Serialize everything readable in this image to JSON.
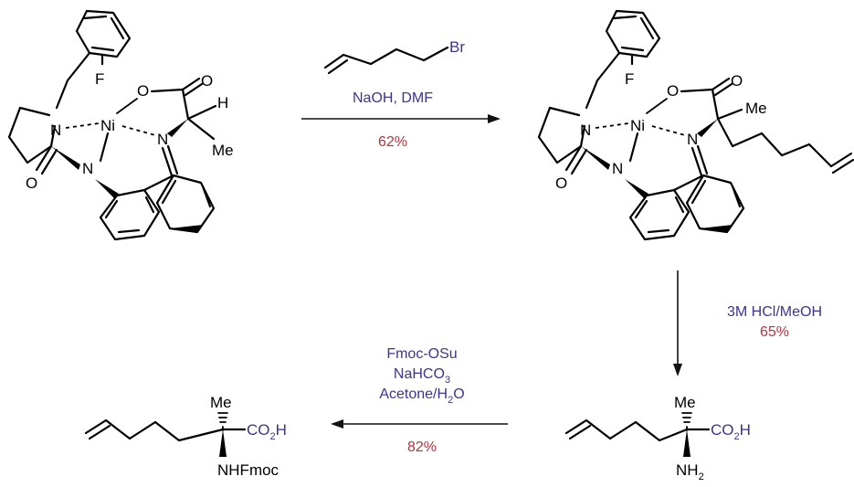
{
  "colors": {
    "reagent": "#3a3590",
    "yield": "#b5323f",
    "bond": "#000000"
  },
  "atoms": {
    "F": "F",
    "O": "O",
    "H": "H",
    "N": "N",
    "Ni": "Ni",
    "Me": "Me",
    "Br": "Br"
  },
  "step1": {
    "reagent": "NaOH, DMF",
    "yield": "62%"
  },
  "step2": {
    "reagent": "3M HCl/MeOH",
    "yield": "65%"
  },
  "step3": {
    "reagent_line1": "Fmoc-OSu",
    "reagent_line2_main": "NaHCO",
    "reagent_line2_sub": "3",
    "reagent_line3_main": "Acetone/H",
    "reagent_line3_sub": "2",
    "reagent_line3_end": "O",
    "yield": "82%"
  },
  "products": {
    "amine": {
      "acid_main": "CO",
      "acid_sub": "2",
      "acid_end": "H",
      "amine_main": "NH",
      "amine_sub": "2",
      "methyl": "Me"
    },
    "fmoc": {
      "acid_main": "CO",
      "acid_sub": "2",
      "acid_end": "H",
      "amine": "NHFmoc",
      "methyl": "Me"
    }
  }
}
